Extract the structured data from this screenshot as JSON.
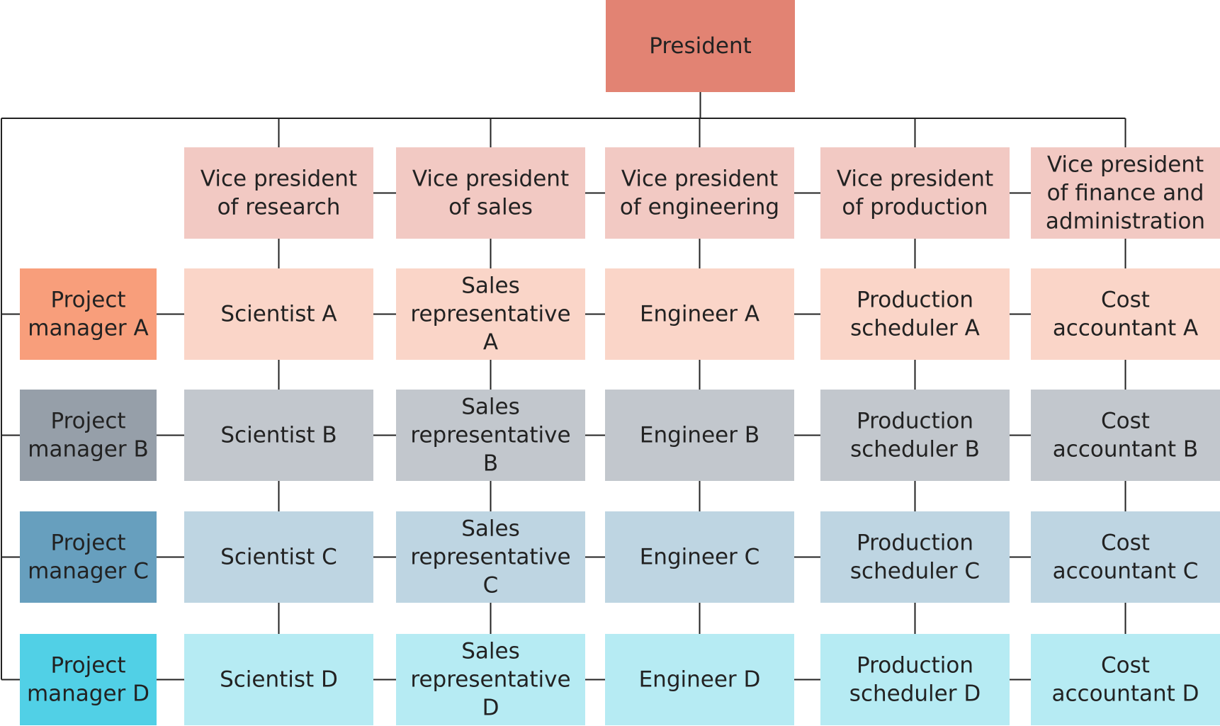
{
  "president": {
    "lines": [
      "President"
    ],
    "color": "#E28373"
  },
  "vice_presidents": [
    {
      "lines": [
        "Vice president",
        "of research"
      ]
    },
    {
      "lines": [
        "Vice president",
        "of sales"
      ]
    },
    {
      "lines": [
        "Vice president",
        "of engineering"
      ]
    },
    {
      "lines": [
        "Vice president",
        "of production"
      ]
    },
    {
      "lines": [
        "Vice president",
        "of finance and",
        "administration"
      ]
    }
  ],
  "vp_color": "#F2C9C3",
  "teams": [
    {
      "project_manager": {
        "lines": [
          "Project",
          "manager A"
        ]
      },
      "manager_color": "#F89E7B",
      "member_color": "#FAD5C8",
      "members": [
        {
          "lines": [
            "Scientist A"
          ]
        },
        {
          "lines": [
            "Sales",
            "representative",
            "A"
          ]
        },
        {
          "lines": [
            "Engineer A"
          ]
        },
        {
          "lines": [
            "Production",
            "scheduler A"
          ]
        },
        {
          "lines": [
            "Cost",
            "accountant A"
          ]
        }
      ]
    },
    {
      "project_manager": {
        "lines": [
          "Project",
          "manager B"
        ]
      },
      "manager_color": "#969FA9",
      "member_color": "#C2C7CD",
      "members": [
        {
          "lines": [
            "Scientist B"
          ]
        },
        {
          "lines": [
            "Sales",
            "representative",
            "B"
          ]
        },
        {
          "lines": [
            "Engineer B"
          ]
        },
        {
          "lines": [
            "Production",
            "scheduler B"
          ]
        },
        {
          "lines": [
            "Cost",
            "accountant B"
          ]
        }
      ]
    },
    {
      "project_manager": {
        "lines": [
          "Project",
          "manager C"
        ]
      },
      "manager_color": "#679FBE",
      "member_color": "#BED5E2",
      "members": [
        {
          "lines": [
            "Scientist C"
          ]
        },
        {
          "lines": [
            "Sales",
            "representative",
            "C"
          ]
        },
        {
          "lines": [
            "Engineer C"
          ]
        },
        {
          "lines": [
            "Production",
            "scheduler C"
          ]
        },
        {
          "lines": [
            "Cost",
            "accountant C"
          ]
        }
      ]
    },
    {
      "project_manager": {
        "lines": [
          "Project",
          "manager D"
        ]
      },
      "manager_color": "#51D0E6",
      "member_color": "#B6EBF3",
      "members": [
        {
          "lines": [
            "Scientist D"
          ]
        },
        {
          "lines": [
            "Sales",
            "representative",
            "D"
          ]
        },
        {
          "lines": [
            "Engineer D"
          ]
        },
        {
          "lines": [
            "Production",
            "scheduler D"
          ]
        },
        {
          "lines": [
            "Cost",
            "accountant D"
          ]
        }
      ]
    }
  ],
  "line_color": "#222222"
}
